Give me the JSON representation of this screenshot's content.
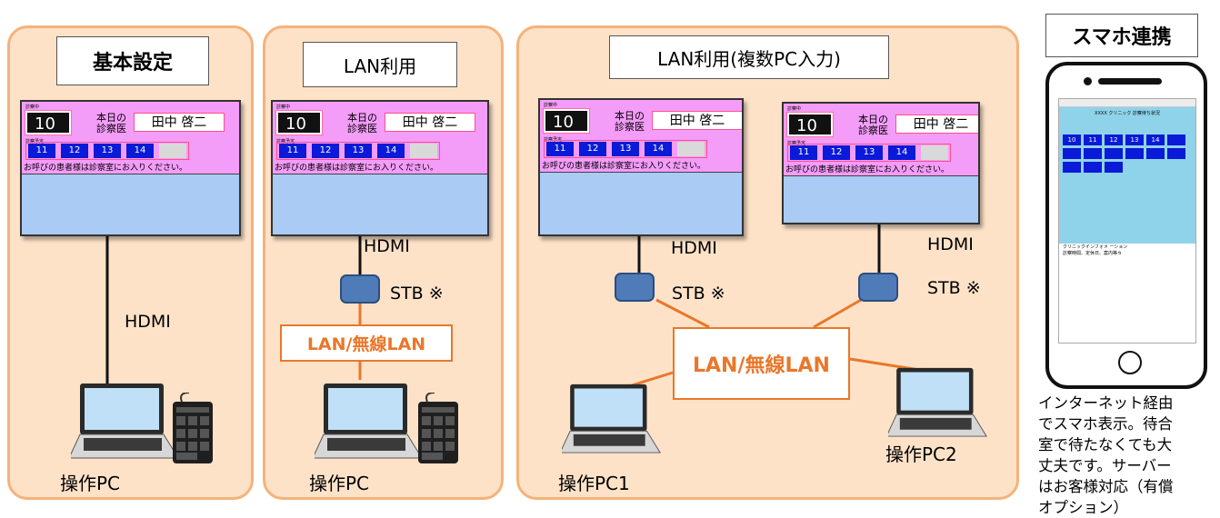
{
  "panels": {
    "basic": {
      "title": "基本設定",
      "cable_label": "HDMI",
      "pc_label": "操作PC"
    },
    "lan": {
      "title": "LAN利用",
      "hdmi_label": "HDMI",
      "stb_label": "STB ※",
      "network_label": "LAN/無線LAN",
      "pc_label": "操作PC"
    },
    "multi": {
      "title": "LAN利用(複数PC入力)",
      "hdmi_label": "HDMI",
      "stb_label": "STB ※",
      "network_label": "LAN/無線LAN",
      "pc1_label": "操作PC1",
      "pc2_label": "操作PC2"
    },
    "phone": {
      "title": "スマホ連携",
      "screen_header": "XXXX クリニック 診察待ち状況",
      "screen_numbers": [
        "10",
        "11",
        "12",
        "13",
        "14"
      ],
      "screen_footer1": "クリニックインフォメ ーション",
      "screen_footer2": "診察時間、定休日、案内等々",
      "caption": [
        "インターネット経由",
        "でスマホ表示。待合",
        "室で待たなくても大",
        "丈夫です。サーバー",
        "はお客様対応（有償",
        "オプション）"
      ]
    }
  },
  "display": {
    "calling_tag": "診察中",
    "calling_number": "10",
    "today_label_line1": "本日の",
    "today_label_line2": "診察医",
    "doctor_name": "田中 啓二",
    "next_tag": "診察予定",
    "queue": [
      "11",
      "12",
      "13",
      "14",
      ""
    ],
    "message": "お呼びの患者様は診察室にお入りください。"
  },
  "colors": {
    "panel_bg": "#fde2c8",
    "panel_border": "#f5b27a",
    "lan_orange": "#e9772a",
    "stb_blue": "#4f7cb8",
    "display_pink": "#f39cf8",
    "queue_blue": "#0a1ad8"
  }
}
